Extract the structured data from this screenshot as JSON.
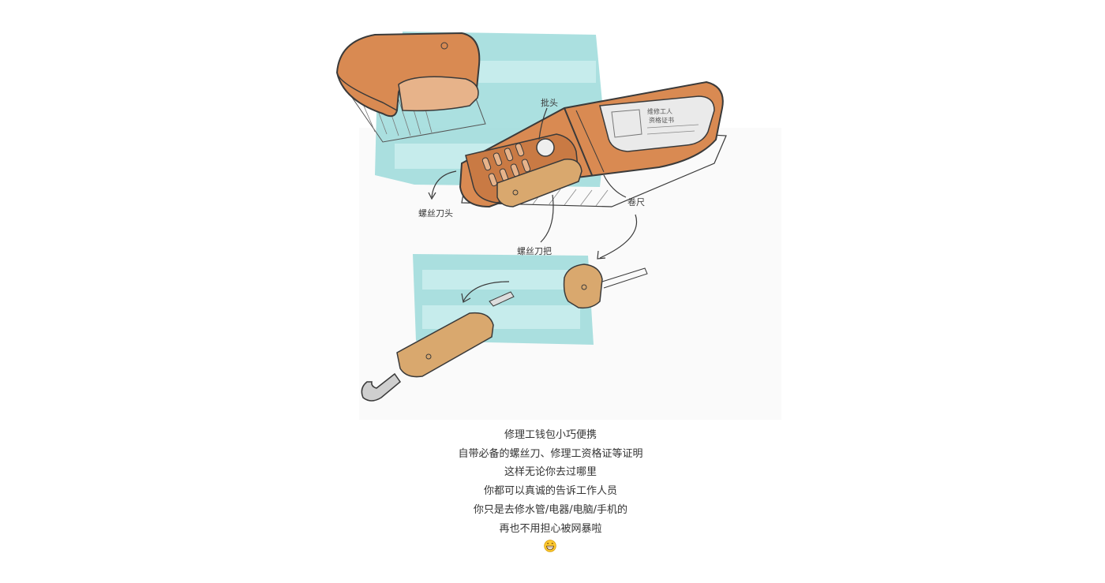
{
  "illustration": {
    "labels": {
      "screwdriver_bit_upper": "螺丝刀头",
      "screwdriver_bit_top": "批头",
      "screwdriver_handle": "螺丝刀把",
      "tape_measure": "卷尺",
      "card_text_line1": "维修工人",
      "card_text_line2": "资格证书"
    },
    "colors": {
      "leather": "#d98a52",
      "leather_dark": "#b96a36",
      "wood": "#d9a86e",
      "teal_wash": "#8fd6d6",
      "ink": "#3a3a3a"
    }
  },
  "caption": {
    "lines": [
      "修理工钱包小巧便携",
      "自带必备的螺丝刀、修理工资格证等证明",
      "这样无论你去过哪里",
      "你都可以真诚的告诉工作人员",
      "你只是去修水管/电器/电脑/手机的",
      "再也不用担心被网暴啦"
    ],
    "emoji": "grinning-face-emoji"
  }
}
